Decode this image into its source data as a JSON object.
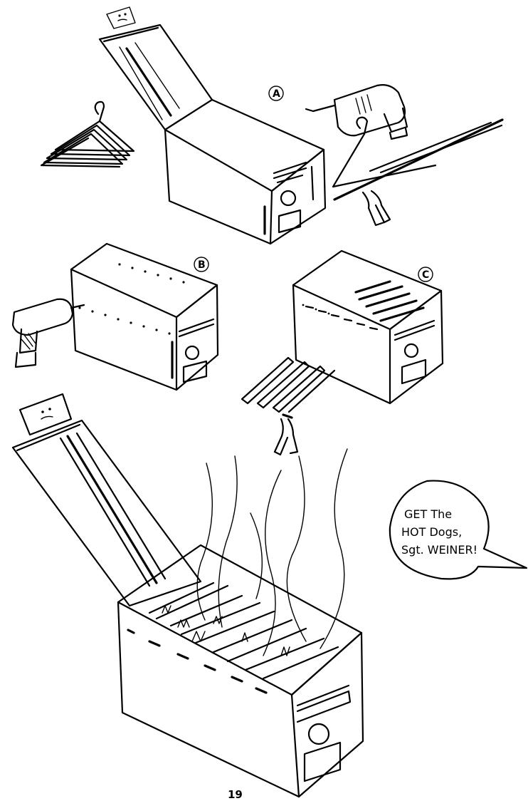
{
  "steps": {
    "a": {
      "label": "A"
    },
    "b": {
      "label": "B"
    },
    "c": {
      "label": "C"
    }
  },
  "speech_bubble": {
    "line1": "GET The",
    "line2": "HOT Dogs,",
    "line3": "Sgt. WEINER!"
  },
  "page": {
    "number": "19"
  },
  "icons": [
    "ammo-can-icon",
    "drill-icon",
    "coat-hanger-icon",
    "pliers-icon",
    "wire-strip-icon",
    "smoke-icon"
  ]
}
